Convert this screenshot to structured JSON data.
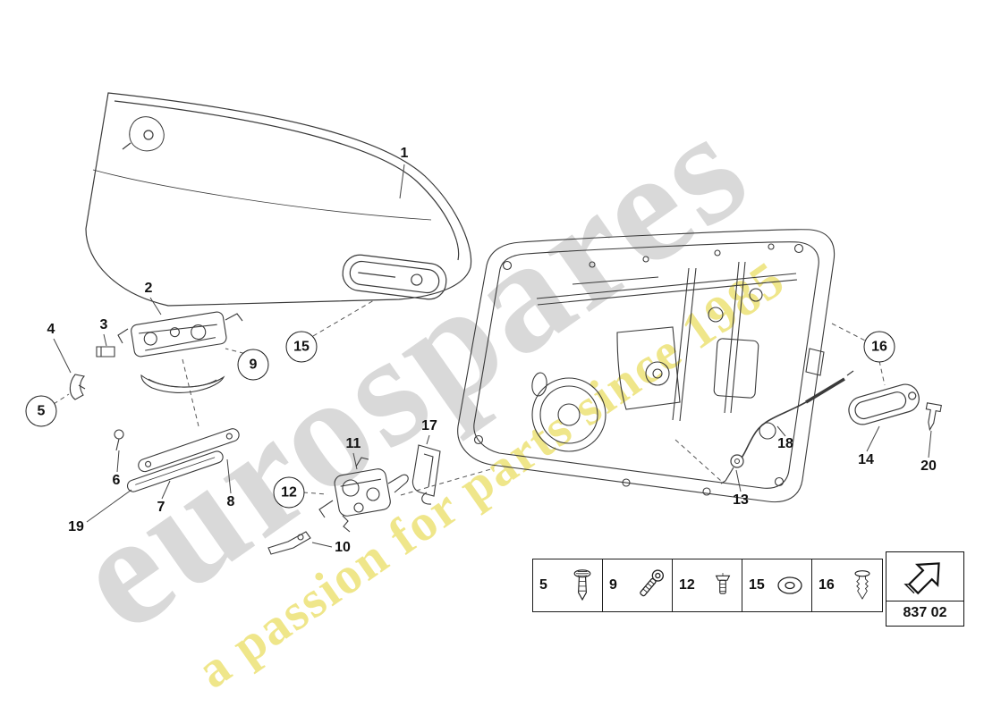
{
  "watermark": {
    "brand": "eurospares",
    "tagline": "a passion for parts since 1985"
  },
  "colors": {
    "watermark_gray": "#d9d9d9",
    "watermark_yellow": "#ece276",
    "line": "#3a3a3a"
  },
  "callouts": [
    {
      "label": "1",
      "circled": false
    },
    {
      "label": "2",
      "circled": false
    },
    {
      "label": "3",
      "circled": false
    },
    {
      "label": "4",
      "circled": false
    },
    {
      "label": "5",
      "circled": true
    },
    {
      "label": "6",
      "circled": false
    },
    {
      "label": "7",
      "circled": false
    },
    {
      "label": "8",
      "circled": false
    },
    {
      "label": "9",
      "circled": true
    },
    {
      "label": "10",
      "circled": false
    },
    {
      "label": "11",
      "circled": false
    },
    {
      "label": "12",
      "circled": true
    },
    {
      "label": "13",
      "circled": false
    },
    {
      "label": "14",
      "circled": false
    },
    {
      "label": "15",
      "circled": true
    },
    {
      "label": "16",
      "circled": true
    },
    {
      "label": "17",
      "circled": false
    },
    {
      "label": "18",
      "circled": false
    },
    {
      "label": "19",
      "circled": false
    },
    {
      "label": "20",
      "circled": false
    }
  ],
  "legend": {
    "items": [
      {
        "num": "5",
        "icon": "flat-head-rivet"
      },
      {
        "num": "9",
        "icon": "hex-bolt"
      },
      {
        "num": "12",
        "icon": "pan-head-screw"
      },
      {
        "num": "15",
        "icon": "grommet"
      },
      {
        "num": "16",
        "icon": "expander-clip"
      }
    ]
  },
  "part_box": {
    "code": "837 02"
  }
}
